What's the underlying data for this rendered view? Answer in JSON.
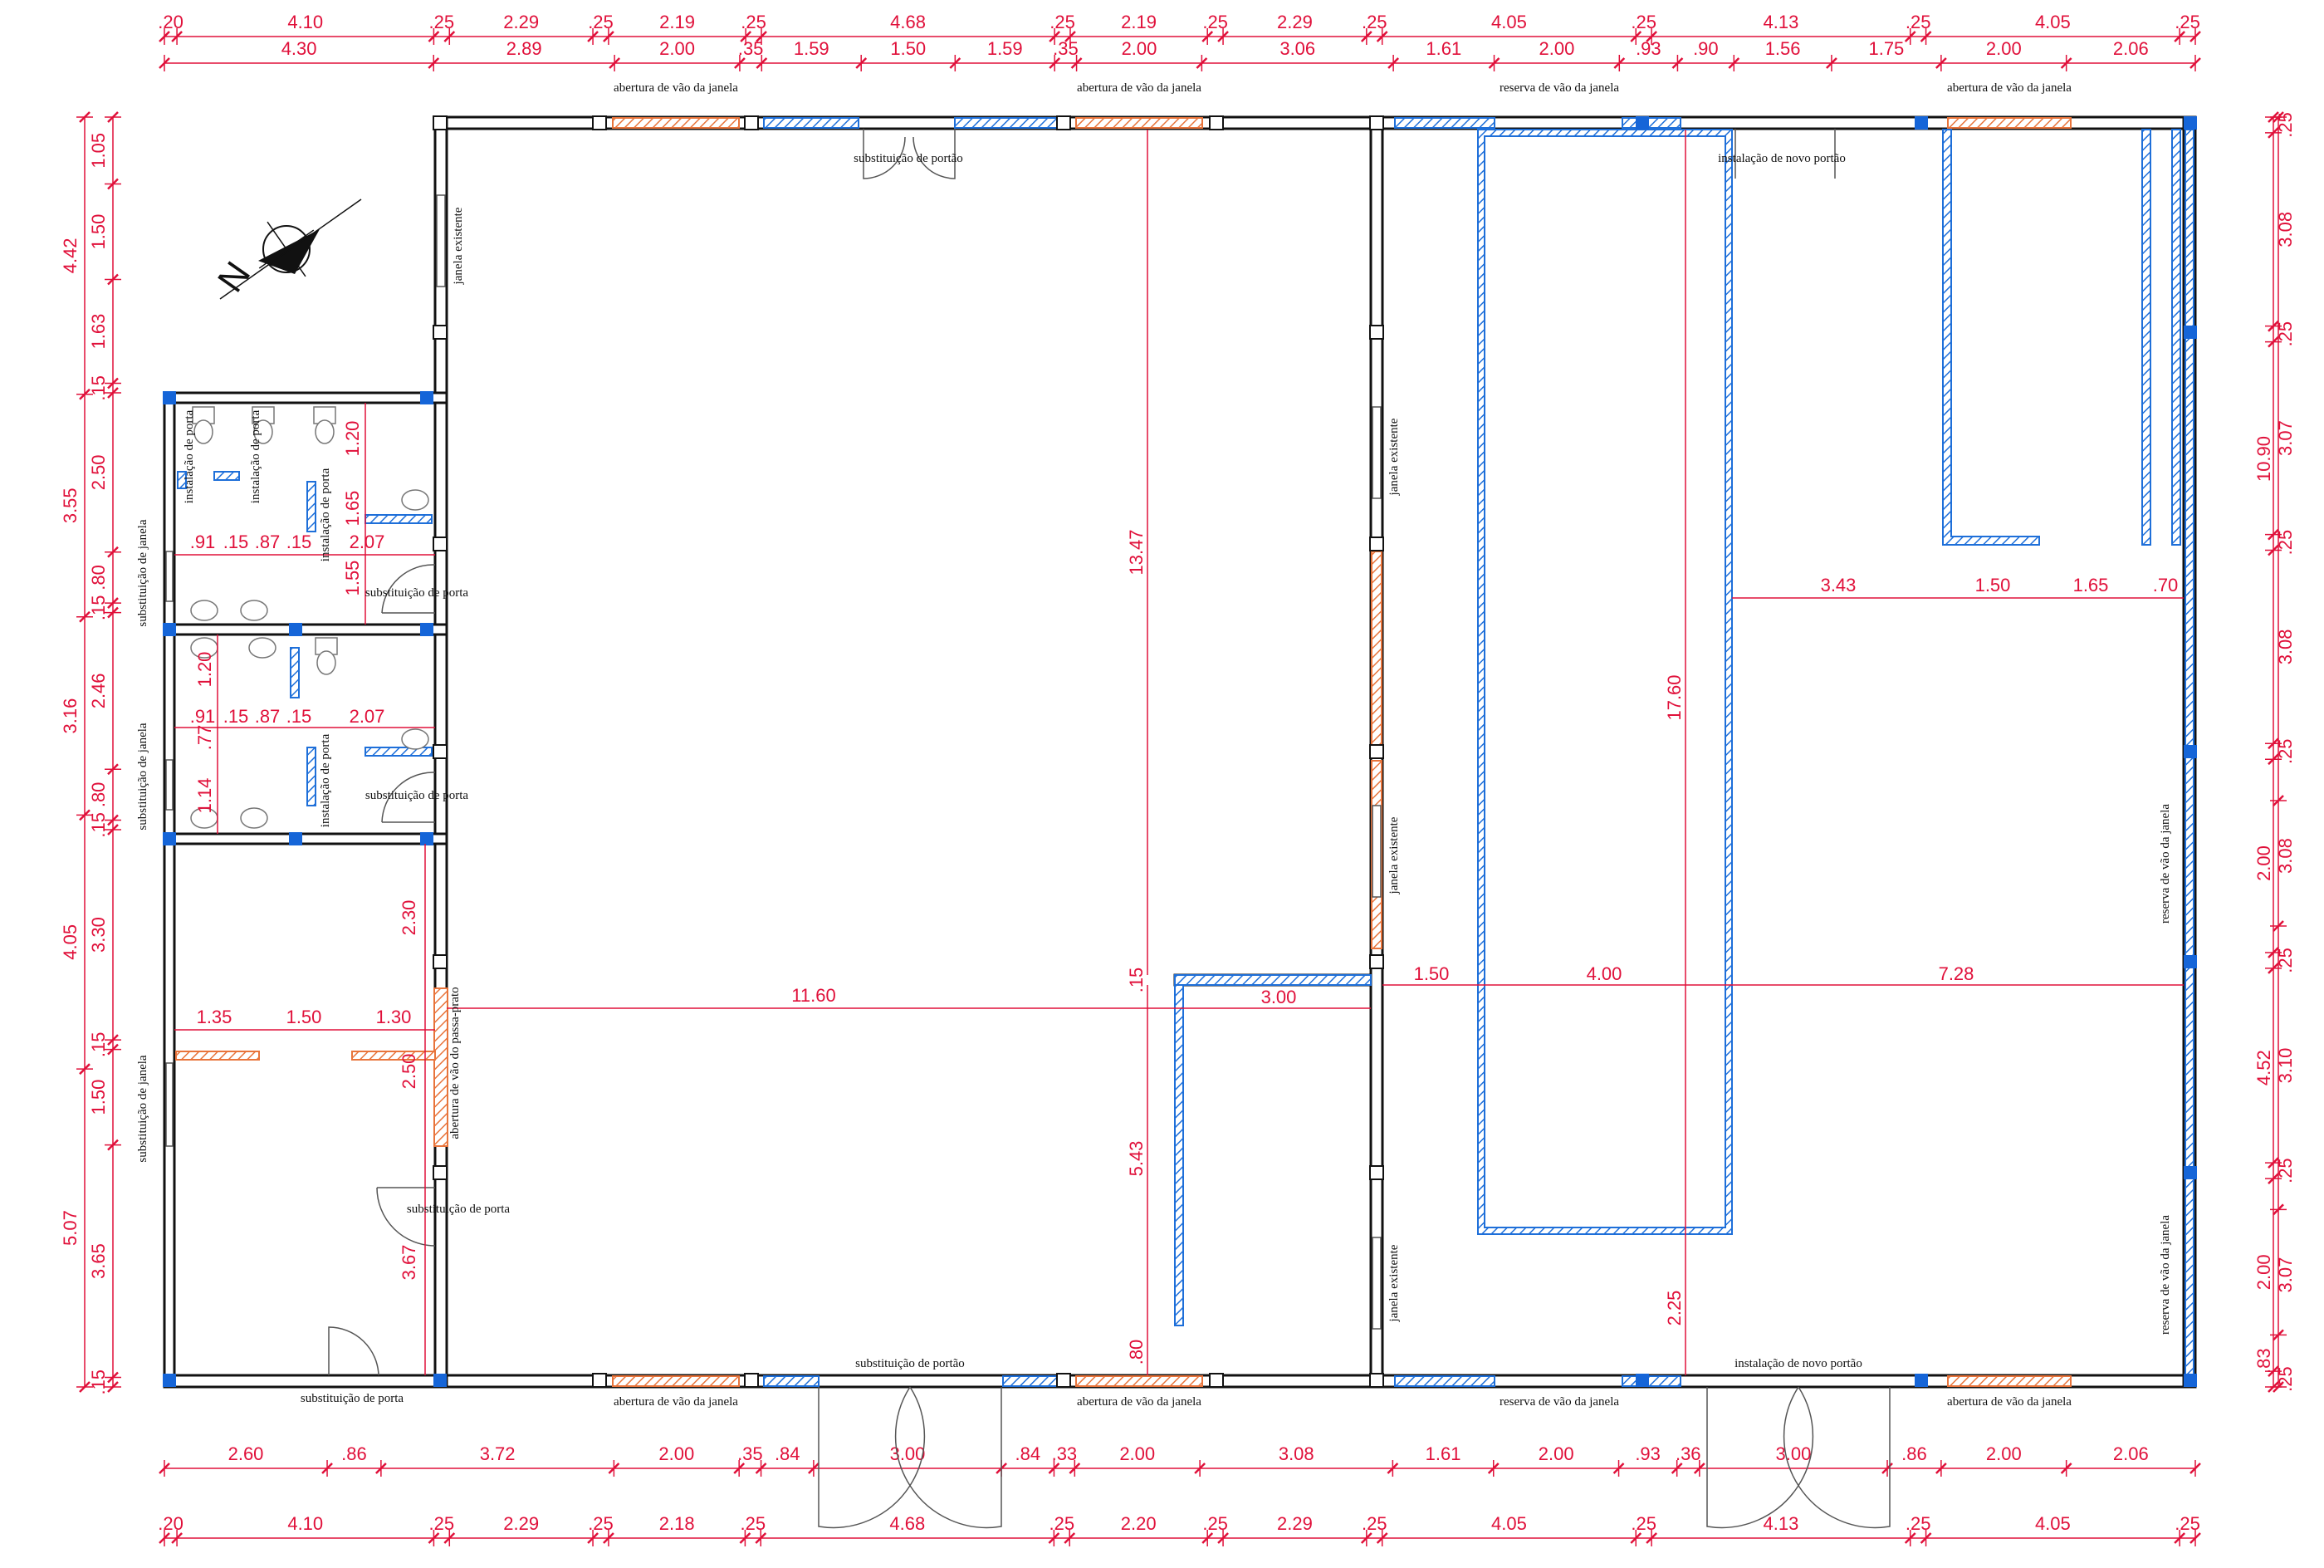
{
  "colors": {
    "wall": "#111111",
    "dimension": "#e0103a",
    "opening_new": "#e8743b",
    "reserve": "#1e6fd9",
    "pillar": "#1565d8"
  },
  "compass": {
    "icon": "north-arrow-icon",
    "label": "N"
  },
  "dims": {
    "top_row1": [
      ".20",
      "4.10",
      ".25",
      "2.29",
      ".25",
      "2.19",
      ".25",
      "4.68",
      ".25",
      "2.19",
      ".25",
      "2.29",
      ".25",
      "4.05",
      ".25",
      "4.13",
      ".25",
      "4.05",
      ".25"
    ],
    "top_row2": [
      "4.30",
      "2.89",
      "2.00",
      ".35",
      "1.59",
      "1.50",
      "1.59",
      ".35",
      "2.00",
      "3.06",
      "1.61",
      "2.00",
      ".93",
      ".90",
      "1.56",
      "1.75",
      "2.00",
      "2.06"
    ],
    "bottom_row1": [
      "2.60",
      ".86",
      "3.72",
      "2.00",
      ".35",
      ".84",
      "3.00",
      ".84",
      ".33",
      "2.00",
      "3.08",
      "1.61",
      "2.00",
      ".93",
      ".36",
      "3.00",
      ".86",
      "2.00",
      "2.06"
    ],
    "bottom_row2": [
      ".20",
      "4.10",
      ".25",
      "2.29",
      ".25",
      "2.18",
      ".25",
      "4.68",
      ".25",
      "2.20",
      ".25",
      "2.29",
      ".25",
      "4.05",
      ".25",
      "4.13",
      ".25",
      "4.05",
      ".25"
    ],
    "left_outer": [
      "4.42",
      "3.55",
      "3.16",
      "4.05",
      "5.07"
    ],
    "left_inner": [
      "1.05",
      "1.50",
      "1.63",
      ".15",
      "2.50",
      ".80",
      ".15",
      "2.46",
      ".80",
      ".15",
      "3.30",
      ".15",
      "1.50",
      "3.65",
      ".15"
    ],
    "right_inner": [
      ".25",
      "3.08",
      ".25",
      "3.07",
      ".25",
      "3.08",
      ".25",
      "3.08",
      ".25",
      "3.10",
      ".25",
      "3.07",
      ".25"
    ],
    "right_outer": [
      "10.90",
      "2.00",
      "4.52",
      "2.00",
      ".83"
    ],
    "interior": {
      "d_13_47": "13.47",
      "d_17_60": "17.60",
      "d_11_60": "11.60",
      "d_5_43": "5.43",
      "d_80": ".80",
      "d_2_25": "2.25",
      "d_15": ".15",
      "d_3_00": "3.00",
      "d_1_50": "1.50",
      "d_4_00": "4.00",
      "d_7_28": "7.28",
      "d_3_43": "3.43",
      "d_1_50b": "1.50",
      "d_1_65": "1.65",
      "d_70": ".70",
      "d_1_35": "1.35",
      "d_1_50c": "1.50",
      "d_1_30": "1.30",
      "d_2_30": "2.30",
      "d_2_50": "2.50",
      "d_3_67": "3.67",
      "wc1": {
        "a": ".91",
        "b": ".15",
        "c": ".87",
        "d": ".15",
        "e": "2.07",
        "h1": "1.20",
        "h2": "1.55",
        "h3": "1.65"
      },
      "wc2": {
        "a": ".91",
        "b": ".15",
        "c": ".87",
        "d": ".15",
        "e": "2.07",
        "h1": "1.20",
        "h2": ".77",
        "h3": "1.14"
      }
    }
  },
  "labels": {
    "abertura_janela": "abertura de vão da janela",
    "reserva_janela": "reserva de vão da janela",
    "subst_portao": "substituição de portão",
    "inst_portao": "instalação de novo portão",
    "subst_porta": "substituição de porta",
    "subst_janela": "substituição de janela",
    "inst_porta": "instalação de porta",
    "janela_existente": "janela existente",
    "abertura_passa_prato": "abertura de vão do passa-prato"
  }
}
